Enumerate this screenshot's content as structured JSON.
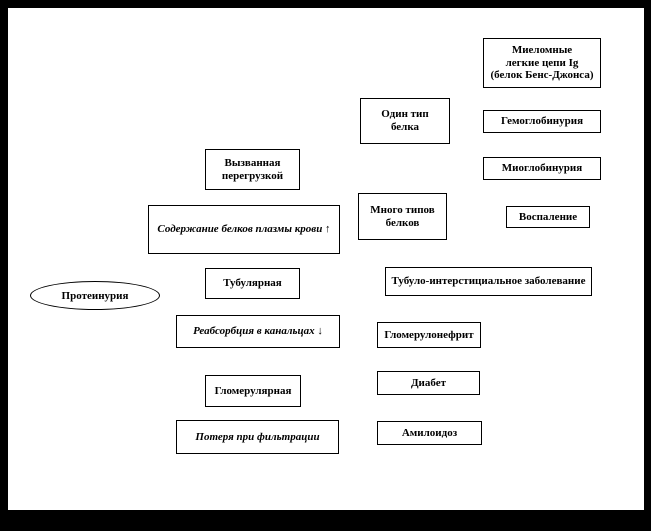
{
  "diagram": {
    "type": "flowchart",
    "language": "ru",
    "root_label": "Протеинурия",
    "colors": {
      "frame_background": "#000000",
      "canvas_background": "#ffffff",
      "node_border": "#000000",
      "text": "#000000"
    },
    "nodes": [
      {
        "label": "Вызванная\nперегрузкой"
      },
      {
        "label": "Содержание белков плазмы крови ↑"
      },
      {
        "label": "Тубулярная"
      },
      {
        "label": "Реабсорбция в канальцах ↓"
      },
      {
        "label": "Гломерулярная"
      },
      {
        "label": "Потеря при фильтрации"
      },
      {
        "label": "Один тип\nбелка"
      },
      {
        "label": "Много типов\nбелков"
      },
      {
        "label": "Миеломные\nлегкие цепи Ig\n(белок Бенс-Джонса)"
      },
      {
        "label": "Гемоглобинурия"
      },
      {
        "label": "Миоглобинурия"
      },
      {
        "label": "Воспаление"
      },
      {
        "label": "Тубуло-интерстициальное заболевание"
      },
      {
        "label": "Гломерулонефрит"
      },
      {
        "label": "Диабет"
      },
      {
        "label": "Амилоидоз"
      }
    ]
  }
}
